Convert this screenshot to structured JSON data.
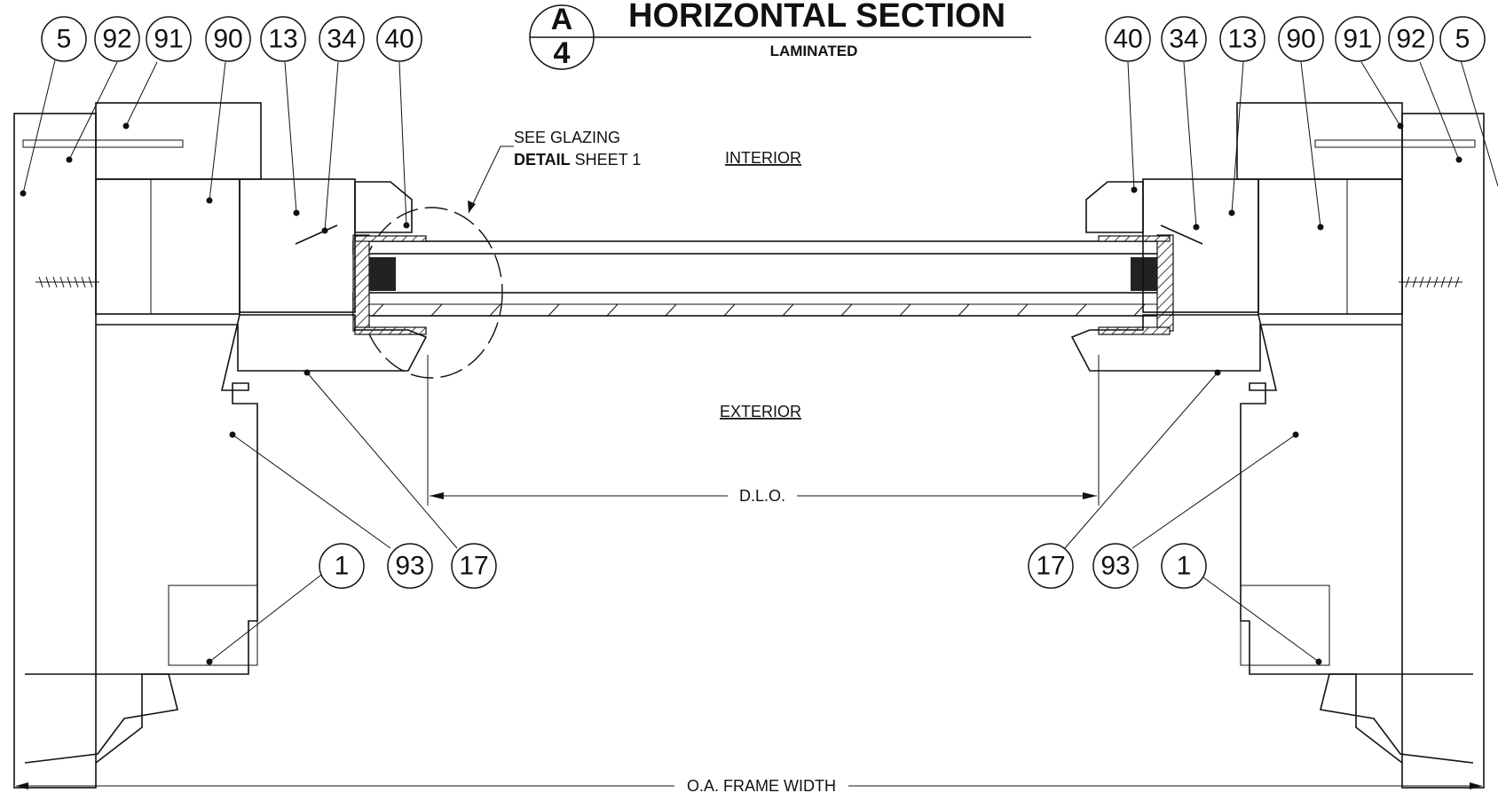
{
  "title": {
    "section_letter": "A",
    "section_number": "4",
    "heading": "HORIZONTAL SECTION",
    "subheading": "LAMINATED"
  },
  "notes": {
    "interior": "INTERIOR",
    "exterior": "EXTERIOR",
    "glazing_line1": "SEE GLAZING",
    "glazing_line2_bold": "DETAIL",
    "glazing_line2_rest": " SHEET 1"
  },
  "dimensions": {
    "dlo": "D.L.O.",
    "frame_width": "O.A. FRAME WIDTH"
  },
  "callouts": {
    "left_top": [
      "5",
      "92",
      "91",
      "90",
      "13",
      "34",
      "40"
    ],
    "right_top": [
      "40",
      "34",
      "13",
      "90",
      "91",
      "92",
      "5"
    ],
    "left_bottom": [
      "1",
      "93",
      "17"
    ],
    "right_bottom": [
      "17",
      "93",
      "1"
    ]
  }
}
